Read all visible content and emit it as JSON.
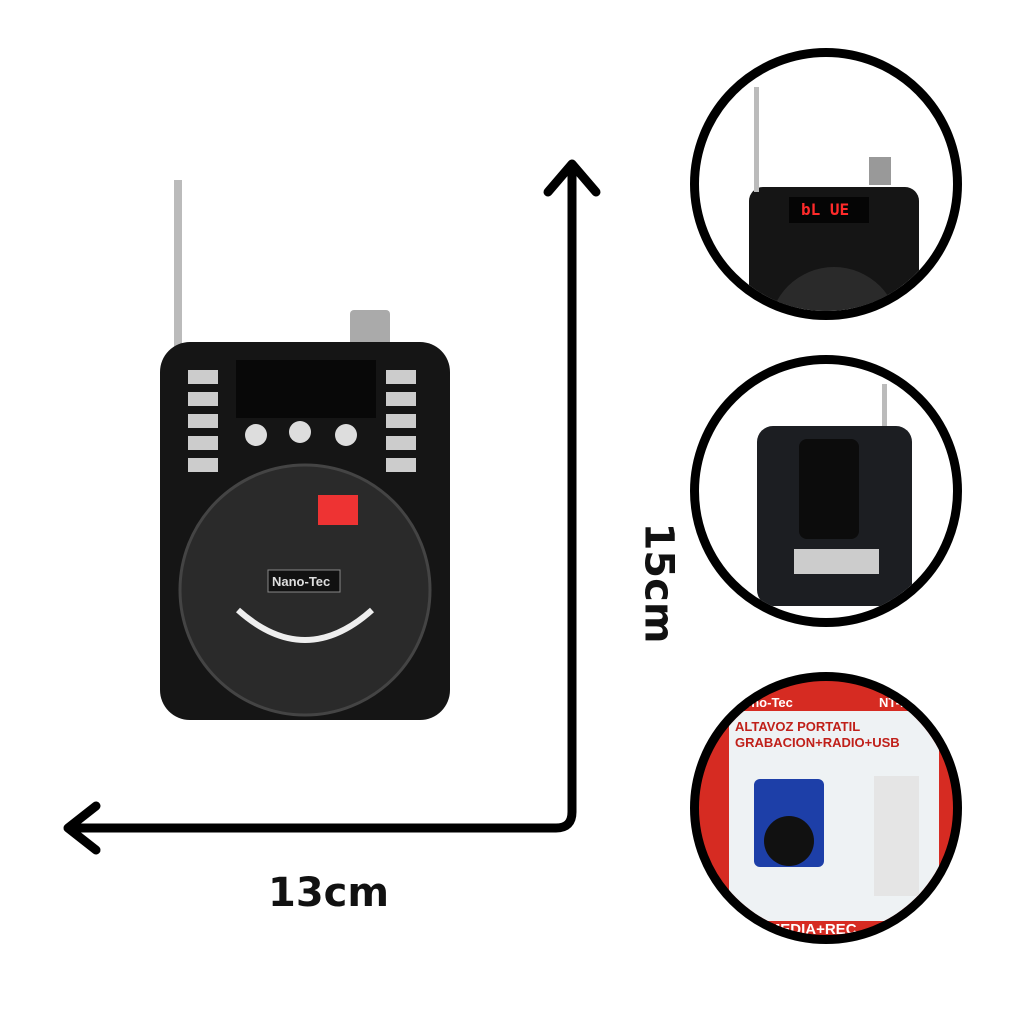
{
  "dimensions": {
    "width_label": "13cm",
    "height_label": "15cm"
  },
  "product": {
    "brand": "Nano-Tec",
    "display_text": "bL UE"
  },
  "package": {
    "brand": "eno-Tec",
    "model": "NT-F",
    "line1": "ALTAVOZ PORTATIL",
    "line2": "GRABACION+RADIO+USB",
    "footer": "+MEDIA+REC"
  },
  "colors": {
    "package_red": "#d62b22",
    "device_blue": "#1d3fa8",
    "display_red": "#ff2a2a"
  }
}
